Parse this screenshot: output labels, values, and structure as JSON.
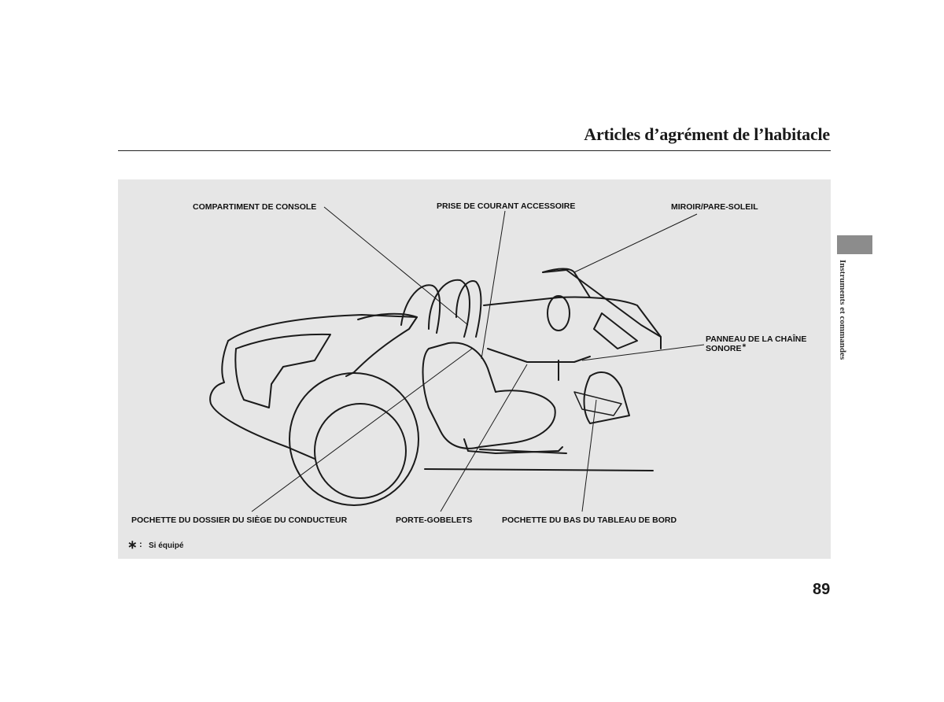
{
  "header": {
    "title": "Articles d’agrément de l’habitacle"
  },
  "side_tab": {
    "label": "Instruments et commandes"
  },
  "figure": {
    "callouts": {
      "console": "COMPARTIMENT DE CONSOLE",
      "power_outlet": "PRISE DE COURANT ACCESSOIRE",
      "mirror": "MIROIR/PARE-SOLEIL",
      "audio_panel_line1": "PANNEAU DE LA CHAÎNE",
      "audio_panel_line2": "SONORE",
      "seat_pocket": "POCHETTE DU DOSSIER DU SIÈGE DU CONDUCTEUR",
      "cup_holders": "PORTE-GOBELETS",
      "lower_dash_pocket": "POCHETTE DU BAS DU TABLEAU DE BORD"
    },
    "footnote": {
      "symbol": "∗",
      "separator": ":",
      "text": "Si équipé"
    }
  },
  "page": {
    "number": "89"
  }
}
